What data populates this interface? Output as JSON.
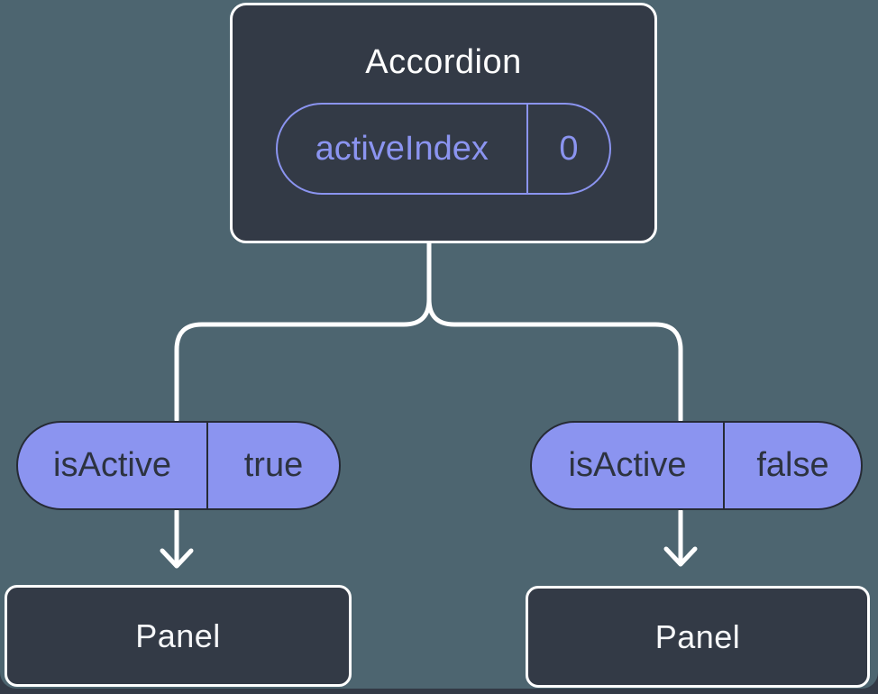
{
  "colors": {
    "background": "#4d6570",
    "page_edge": "#333a46",
    "node_fill": "#333a46",
    "node_border": "#ffffff",
    "accent_purple": "#8b94f0",
    "pill_fill": "#8b94f0",
    "pill_text": "#2d3340",
    "connector": "#ffffff"
  },
  "root": {
    "title": "Accordion",
    "state": {
      "name": "activeIndex",
      "value": "0"
    }
  },
  "children": [
    {
      "prop": {
        "name": "isActive",
        "value": "true"
      },
      "node": {
        "title": "Panel"
      }
    },
    {
      "prop": {
        "name": "isActive",
        "value": "false"
      },
      "node": {
        "title": "Panel"
      }
    }
  ]
}
